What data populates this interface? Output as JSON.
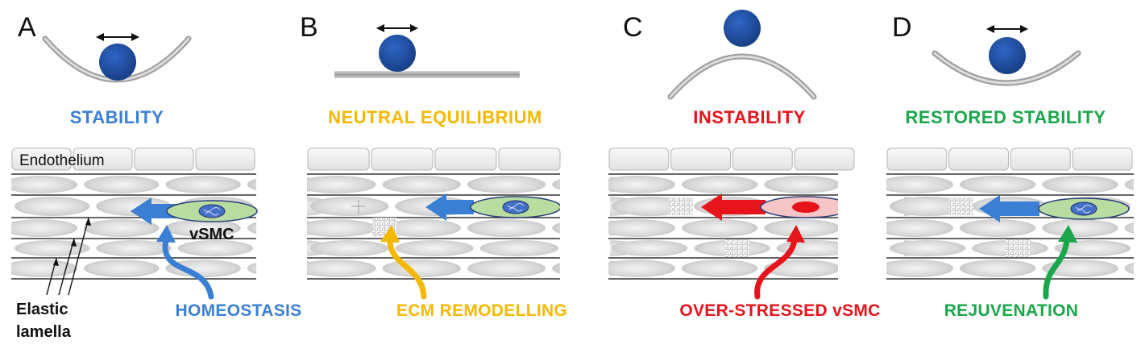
{
  "colors": {
    "blue": "#3a7fd4",
    "orange": "#f5b800",
    "red": "#e8141b",
    "green": "#1aa64a",
    "ball": "#1f4fa0",
    "cell_green": "#b9dca0",
    "cell_pink": "#f6c6c6"
  },
  "panels": [
    {
      "letter": "A",
      "state": "STABILITY",
      "process": "HOMEOSTASIS",
      "color": "#3a7fd4"
    },
    {
      "letter": "B",
      "state": "NEUTRAL EQUILIBRIUM",
      "process": "ECM REMODELLING",
      "color": "#f5b800"
    },
    {
      "letter": "C",
      "state": "INSTABILITY",
      "process": "OVER-STRESSED vSMC",
      "color": "#e8141b"
    },
    {
      "letter": "D",
      "state": "RESTORED STABILITY",
      "process": "REJUVENATION",
      "color": "#1aa64a"
    }
  ],
  "labels": {
    "endothelium": "Endothelium",
    "vsmc": "vSMC",
    "elastic_1": "Elastic",
    "elastic_2": "lamella"
  },
  "icons": [
    "double-arrow-icon",
    "ball-icon",
    "wide-arrow-icon",
    "curved-arrow-icon",
    "smooth-muscle-cell-icon"
  ]
}
